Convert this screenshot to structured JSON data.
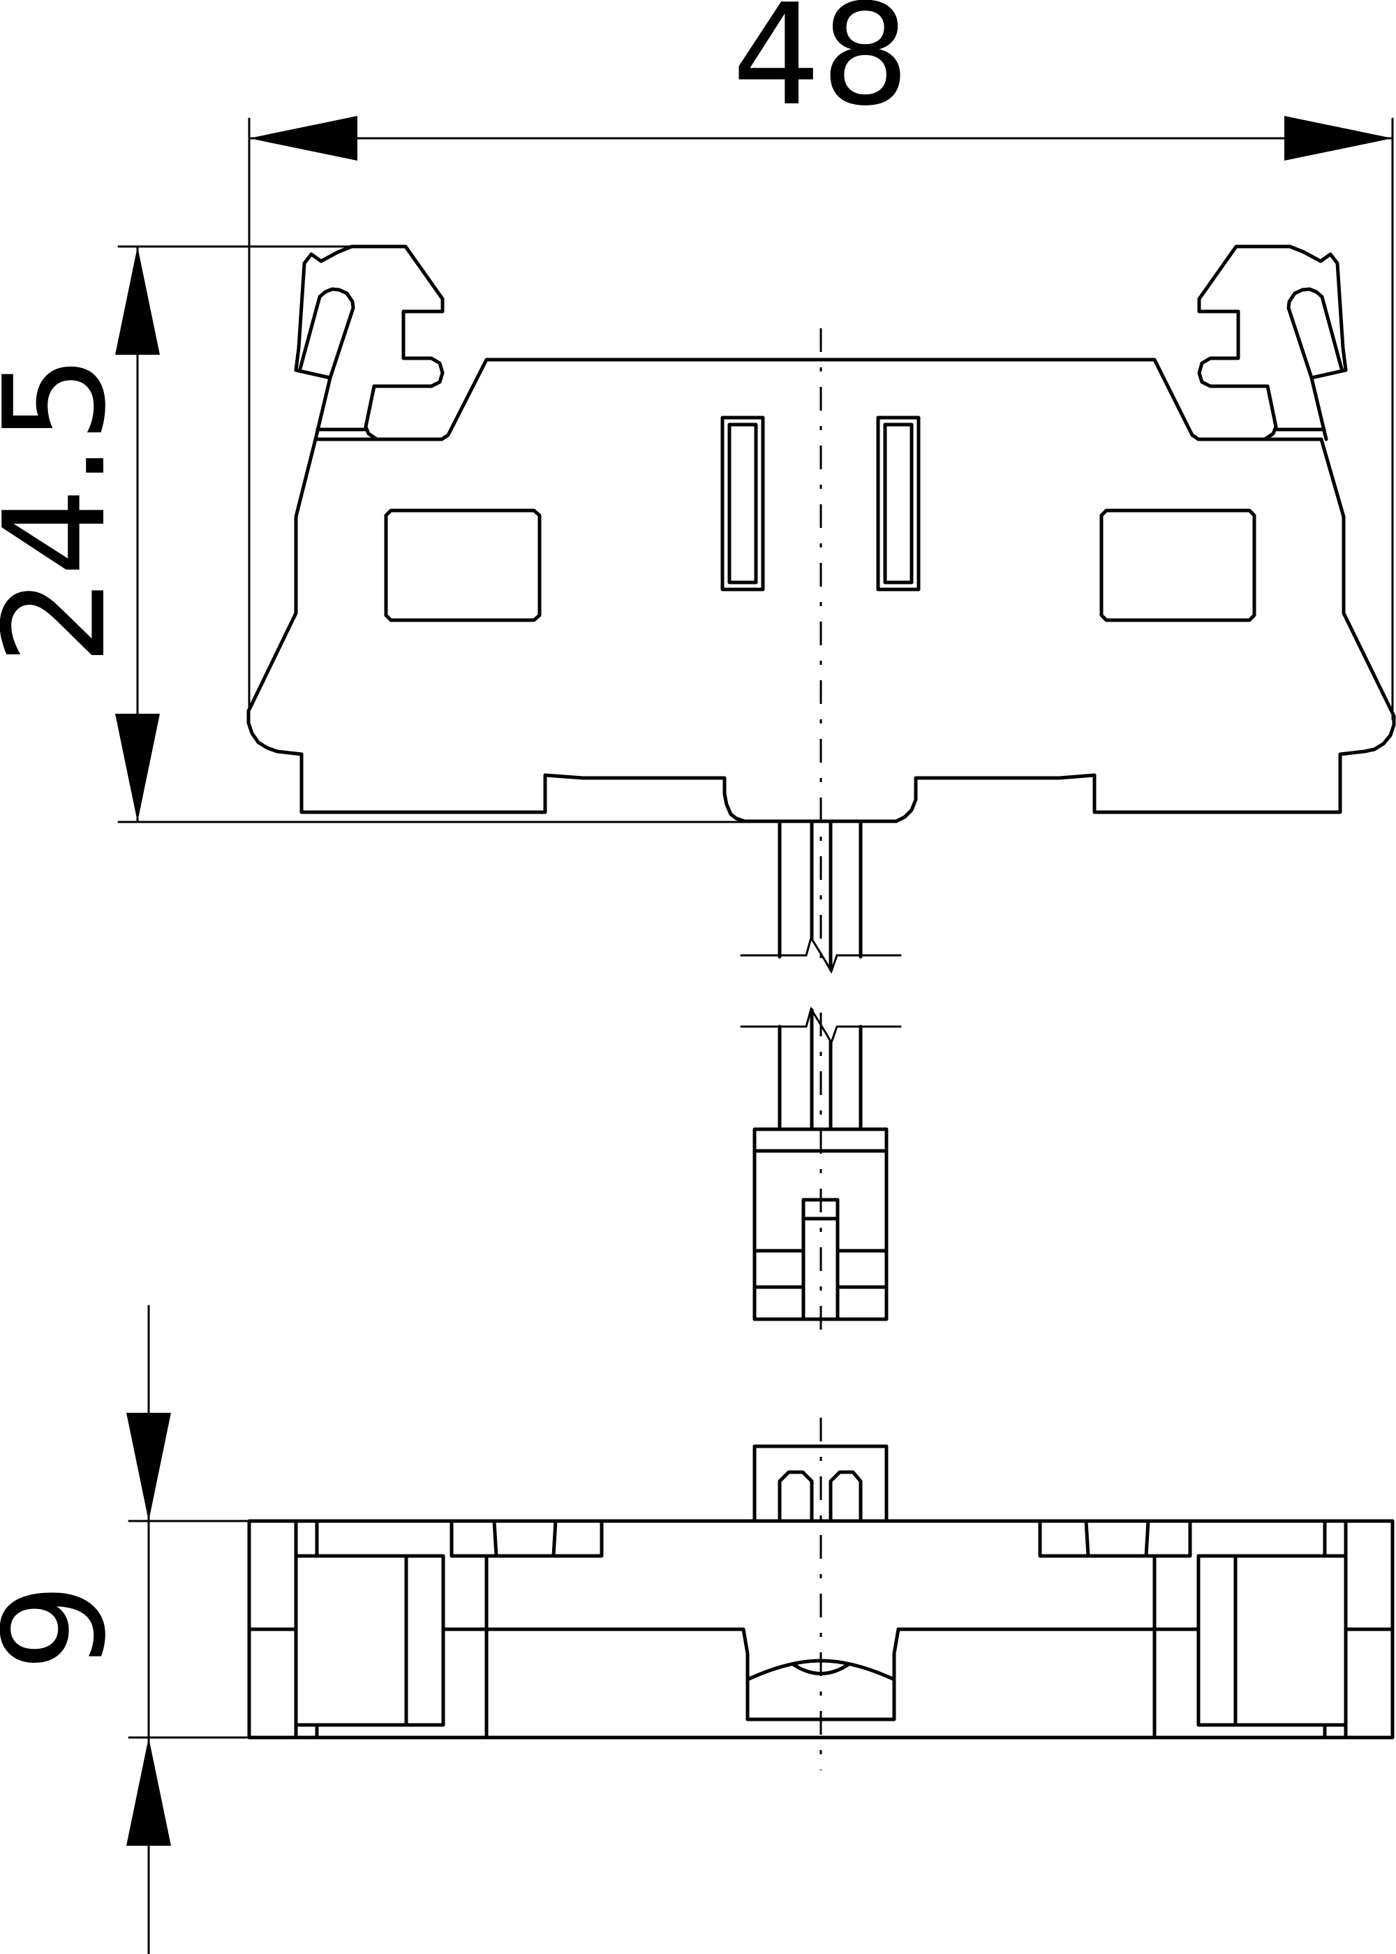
{
  "dimensions": {
    "width_label": "48",
    "height_label": "24.5",
    "depth_label": "9"
  }
}
